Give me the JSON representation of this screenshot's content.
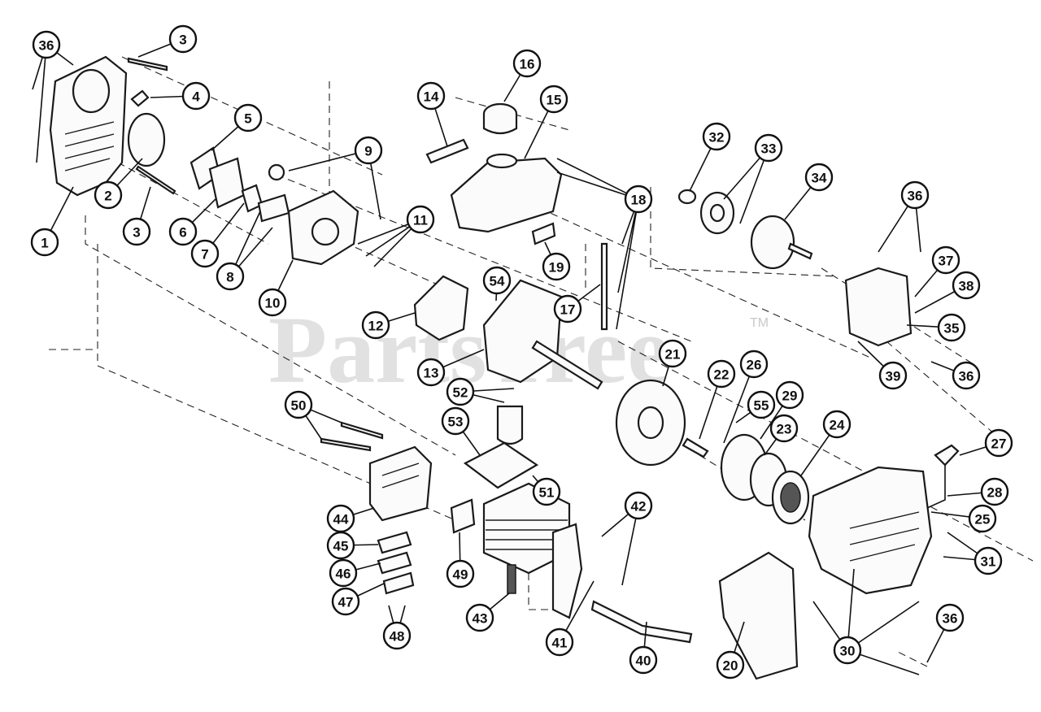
{
  "watermark": {
    "text": "PartsTree",
    "tm": "TM"
  },
  "callouts": [
    "36",
    "3",
    "4",
    "5",
    "2",
    "3",
    "6",
    "7",
    "8",
    "1",
    "9",
    "10",
    "11",
    "12",
    "13",
    "14",
    "15",
    "16",
    "17",
    "18",
    "19",
    "54",
    "52",
    "53",
    "50",
    "44",
    "45",
    "46",
    "47",
    "48",
    "49",
    "51",
    "43",
    "42",
    "41",
    "40",
    "20",
    "21",
    "22",
    "26",
    "55",
    "29",
    "23",
    "24",
    "32",
    "33",
    "34",
    "36",
    "37",
    "38",
    "35",
    "39",
    "36",
    "27",
    "28",
    "25",
    "31",
    "30",
    "36"
  ]
}
